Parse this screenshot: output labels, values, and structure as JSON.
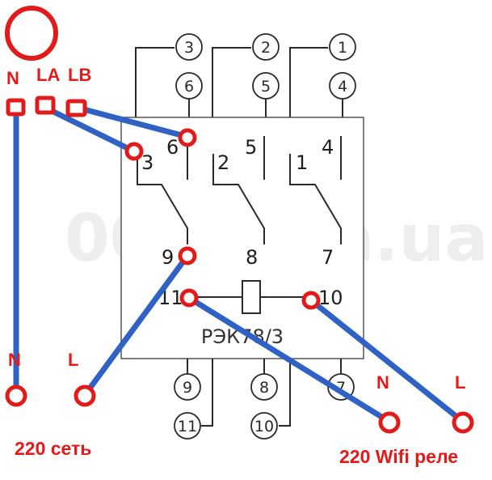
{
  "watermark": "001.com.ua",
  "relay": {
    "model": "РЭК78/3",
    "top_pins_outer": [
      "3",
      "2",
      "1"
    ],
    "top_pins_inner": [
      "6",
      "5",
      "4"
    ],
    "bottom_pins_upper": [
      "9",
      "8",
      "7"
    ],
    "bottom_pins_lower": [
      "11",
      "10"
    ],
    "contacts_top": [
      "6",
      "5",
      "4"
    ],
    "contacts_mid": [
      "3",
      "2",
      "1"
    ],
    "contacts_bottom": [
      "9",
      "8",
      "7"
    ],
    "coil_left": "11",
    "coil_right": "10"
  },
  "terminal_labels": {
    "n": "N",
    "la": "LA",
    "lb": "LB"
  },
  "bottom_labels": {
    "net_n": "N",
    "net_l": "L",
    "wifi_n": "N",
    "wifi_l": "L"
  },
  "captions": {
    "network": "220 сеть",
    "wifi": "220 Wifi реле"
  },
  "colors": {
    "wire": "#2f62c4",
    "annotation": "#e11a1a"
  }
}
